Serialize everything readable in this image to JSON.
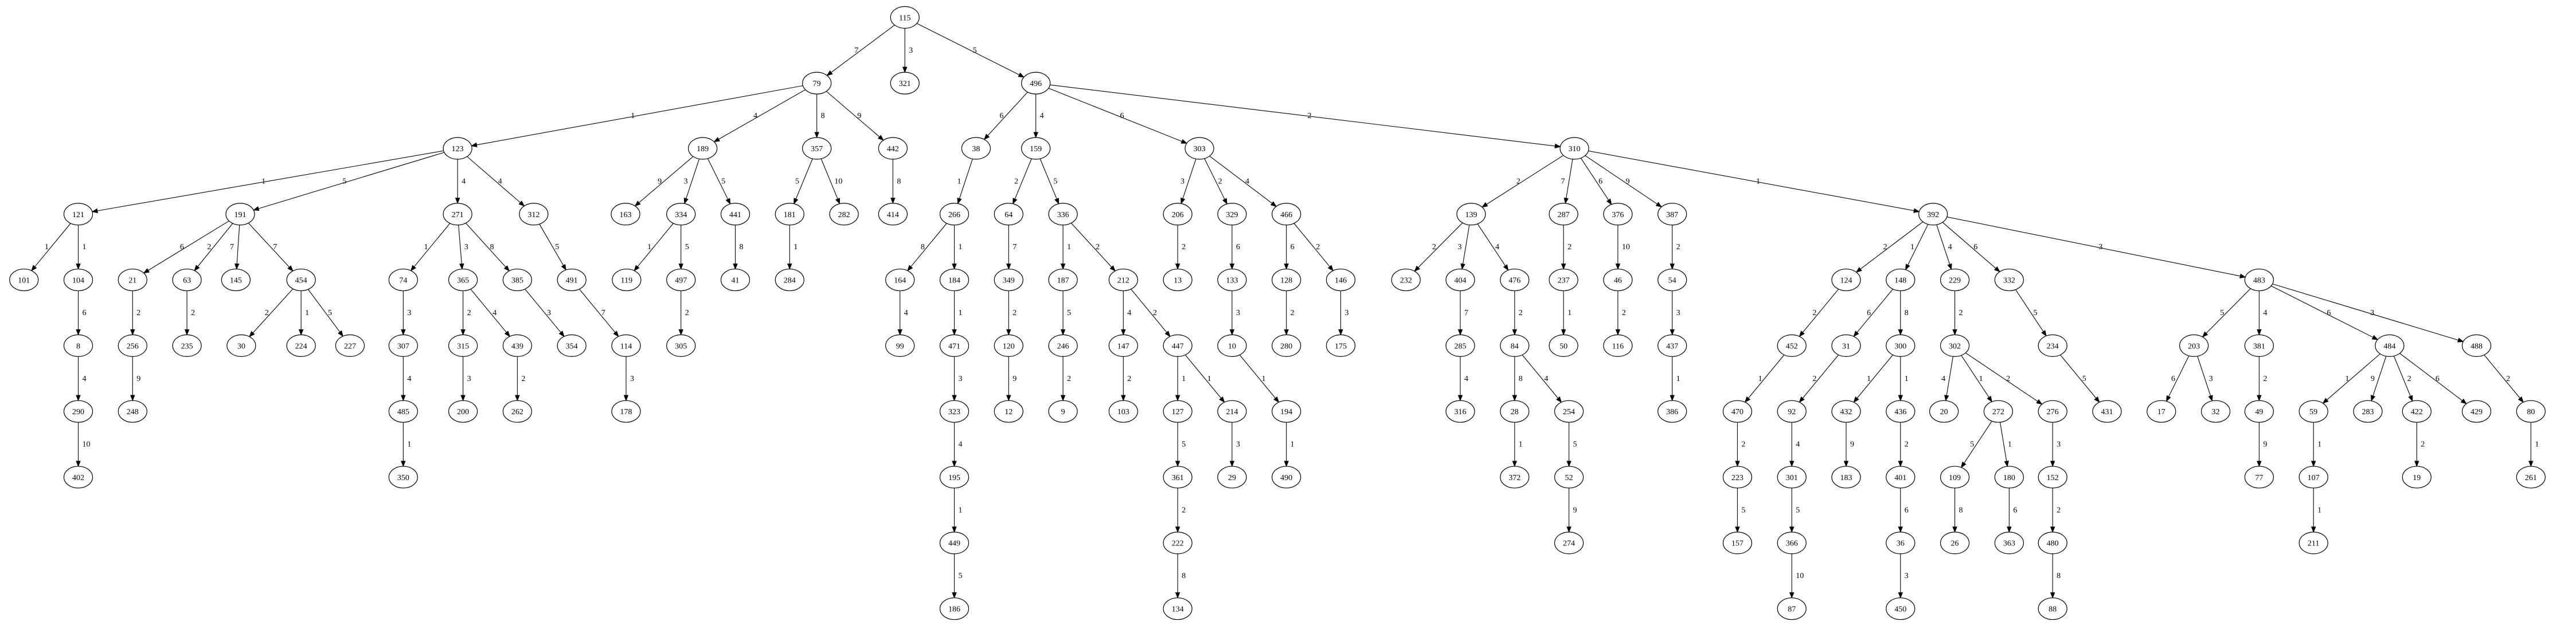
{
  "diagram": {
    "type": "weighted-tree",
    "nodes": [
      "115",
      "79",
      "321",
      "496",
      "123",
      "357",
      "442",
      "38",
      "159",
      "303",
      "310",
      "121",
      "191",
      "271",
      "312",
      "189",
      "181",
      "282",
      "414",
      "266",
      "64",
      "336",
      "206",
      "329",
      "466",
      "139",
      "287",
      "376",
      "387",
      "392",
      "101",
      "104",
      "21",
      "63",
      "145",
      "454",
      "74",
      "365",
      "385",
      "491",
      "163",
      "334",
      "441",
      "284",
      "164",
      "184",
      "349",
      "187",
      "212",
      "13",
      "133",
      "128",
      "146",
      "232",
      "404",
      "476",
      "237",
      "46",
      "54",
      "124",
      "148",
      "229",
      "332",
      "483",
      "8",
      "256",
      "235",
      "30",
      "224",
      "227",
      "307",
      "315",
      "439",
      "354",
      "114",
      "119",
      "497",
      "41",
      "99",
      "471",
      "120",
      "246",
      "147",
      "447",
      "10",
      "280",
      "175",
      "285",
      "84",
      "50",
      "116",
      "437",
      "452",
      "31",
      "300",
      "302",
      "234",
      "203",
      "381",
      "484",
      "488",
      "290",
      "248",
      "485",
      "200",
      "262",
      "178",
      "305",
      "323",
      "12",
      "9",
      "103",
      "127",
      "214",
      "194",
      "316",
      "28",
      "254",
      "386",
      "470",
      "92",
      "432",
      "436",
      "20",
      "272",
      "276",
      "431",
      "17",
      "32",
      "49",
      "59",
      "283",
      "422",
      "429",
      "80",
      "402",
      "350",
      "195",
      "361",
      "29",
      "490",
      "372",
      "52",
      "223",
      "301",
      "183",
      "401",
      "109",
      "180",
      "152",
      "77",
      "107",
      "19",
      "261",
      "449",
      "222",
      "274",
      "157",
      "366",
      "36",
      "26",
      "363",
      "480",
      "211",
      "186",
      "134",
      "87",
      "450",
      "88"
    ],
    "edges": [
      {
        "from": "115",
        "to": "79",
        "weight": "7"
      },
      {
        "from": "115",
        "to": "321",
        "weight": "3"
      },
      {
        "from": "115",
        "to": "496",
        "weight": "5"
      },
      {
        "from": "79",
        "to": "123",
        "weight": "1"
      },
      {
        "from": "79",
        "to": "189",
        "weight": "4"
      },
      {
        "from": "79",
        "to": "357",
        "weight": "8"
      },
      {
        "from": "79",
        "to": "442",
        "weight": "9"
      },
      {
        "from": "496",
        "to": "38",
        "weight": "6"
      },
      {
        "from": "496",
        "to": "159",
        "weight": "4"
      },
      {
        "from": "496",
        "to": "303",
        "weight": "6"
      },
      {
        "from": "496",
        "to": "310",
        "weight": "2"
      },
      {
        "from": "123",
        "to": "121",
        "weight": "1"
      },
      {
        "from": "123",
        "to": "191",
        "weight": "5"
      },
      {
        "from": "123",
        "to": "271",
        "weight": "4"
      },
      {
        "from": "123",
        "to": "312",
        "weight": "4"
      },
      {
        "from": "189",
        "to": "163",
        "weight": "9"
      },
      {
        "from": "189",
        "to": "334",
        "weight": "3"
      },
      {
        "from": "189",
        "to": "441",
        "weight": "5"
      },
      {
        "from": "357",
        "to": "181",
        "weight": "5"
      },
      {
        "from": "357",
        "to": "282",
        "weight": "10"
      },
      {
        "from": "442",
        "to": "414",
        "weight": "8"
      },
      {
        "from": "38",
        "to": "266",
        "weight": "1"
      },
      {
        "from": "159",
        "to": "64",
        "weight": "2"
      },
      {
        "from": "159",
        "to": "336",
        "weight": "5"
      },
      {
        "from": "303",
        "to": "206",
        "weight": "3"
      },
      {
        "from": "303",
        "to": "329",
        "weight": "2"
      },
      {
        "from": "303",
        "to": "466",
        "weight": "4"
      },
      {
        "from": "310",
        "to": "139",
        "weight": "2"
      },
      {
        "from": "310",
        "to": "287",
        "weight": "7"
      },
      {
        "from": "310",
        "to": "376",
        "weight": "6"
      },
      {
        "from": "310",
        "to": "387",
        "weight": "9"
      },
      {
        "from": "310",
        "to": "392",
        "weight": "1"
      },
      {
        "from": "121",
        "to": "101",
        "weight": "1"
      },
      {
        "from": "121",
        "to": "104",
        "weight": "1"
      },
      {
        "from": "191",
        "to": "21",
        "weight": "6"
      },
      {
        "from": "191",
        "to": "63",
        "weight": "2"
      },
      {
        "from": "191",
        "to": "145",
        "weight": "7"
      },
      {
        "from": "191",
        "to": "454",
        "weight": "7"
      },
      {
        "from": "271",
        "to": "74",
        "weight": "1"
      },
      {
        "from": "271",
        "to": "365",
        "weight": "3"
      },
      {
        "from": "271",
        "to": "385",
        "weight": "8"
      },
      {
        "from": "312",
        "to": "491",
        "weight": "5"
      },
      {
        "from": "181",
        "to": "284",
        "weight": "1"
      },
      {
        "from": "334",
        "to": "119",
        "weight": "1"
      },
      {
        "from": "334",
        "to": "497",
        "weight": "5"
      },
      {
        "from": "441",
        "to": "41",
        "weight": "8"
      },
      {
        "from": "266",
        "to": "164",
        "weight": "8"
      },
      {
        "from": "266",
        "to": "184",
        "weight": "1"
      },
      {
        "from": "64",
        "to": "349",
        "weight": "7"
      },
      {
        "from": "336",
        "to": "187",
        "weight": "1"
      },
      {
        "from": "336",
        "to": "212",
        "weight": "2"
      },
      {
        "from": "206",
        "to": "13",
        "weight": "2"
      },
      {
        "from": "329",
        "to": "133",
        "weight": "6"
      },
      {
        "from": "466",
        "to": "128",
        "weight": "6"
      },
      {
        "from": "466",
        "to": "146",
        "weight": "2"
      },
      {
        "from": "139",
        "to": "232",
        "weight": "2"
      },
      {
        "from": "139",
        "to": "404",
        "weight": "3"
      },
      {
        "from": "139",
        "to": "476",
        "weight": "4"
      },
      {
        "from": "287",
        "to": "237",
        "weight": "2"
      },
      {
        "from": "376",
        "to": "46",
        "weight": "10"
      },
      {
        "from": "387",
        "to": "54",
        "weight": "2"
      },
      {
        "from": "392",
        "to": "124",
        "weight": "2"
      },
      {
        "from": "392",
        "to": "148",
        "weight": "1"
      },
      {
        "from": "392",
        "to": "229",
        "weight": "4"
      },
      {
        "from": "392",
        "to": "332",
        "weight": "6"
      },
      {
        "from": "392",
        "to": "483",
        "weight": "3"
      },
      {
        "from": "104",
        "to": "8",
        "weight": "6"
      },
      {
        "from": "21",
        "to": "256",
        "weight": "2"
      },
      {
        "from": "63",
        "to": "235",
        "weight": "2"
      },
      {
        "from": "454",
        "to": "30",
        "weight": "2"
      },
      {
        "from": "454",
        "to": "224",
        "weight": "1"
      },
      {
        "from": "454",
        "to": "227",
        "weight": "5"
      },
      {
        "from": "74",
        "to": "307",
        "weight": "3"
      },
      {
        "from": "365",
        "to": "315",
        "weight": "2"
      },
      {
        "from": "365",
        "to": "439",
        "weight": "4"
      },
      {
        "from": "385",
        "to": "354",
        "weight": "3"
      },
      {
        "from": "491",
        "to": "114",
        "weight": "7"
      },
      {
        "from": "497",
        "to": "305",
        "weight": "2"
      },
      {
        "from": "164",
        "to": "99",
        "weight": "4"
      },
      {
        "from": "184",
        "to": "471",
        "weight": "1"
      },
      {
        "from": "349",
        "to": "120",
        "weight": "2"
      },
      {
        "from": "187",
        "to": "246",
        "weight": "5"
      },
      {
        "from": "212",
        "to": "147",
        "weight": "4"
      },
      {
        "from": "212",
        "to": "447",
        "weight": "2"
      },
      {
        "from": "133",
        "to": "10",
        "weight": "3"
      },
      {
        "from": "128",
        "to": "280",
        "weight": "2"
      },
      {
        "from": "146",
        "to": "175",
        "weight": "3"
      },
      {
        "from": "404",
        "to": "285",
        "weight": "7"
      },
      {
        "from": "476",
        "to": "84",
        "weight": "2"
      },
      {
        "from": "237",
        "to": "50",
        "weight": "1"
      },
      {
        "from": "46",
        "to": "116",
        "weight": "2"
      },
      {
        "from": "54",
        "to": "437",
        "weight": "3"
      },
      {
        "from": "124",
        "to": "452",
        "weight": "2"
      },
      {
        "from": "148",
        "to": "31",
        "weight": "6"
      },
      {
        "from": "148",
        "to": "300",
        "weight": "8"
      },
      {
        "from": "229",
        "to": "302",
        "weight": "2"
      },
      {
        "from": "332",
        "to": "234",
        "weight": "5"
      },
      {
        "from": "483",
        "to": "203",
        "weight": "5"
      },
      {
        "from": "483",
        "to": "381",
        "weight": "4"
      },
      {
        "from": "483",
        "to": "484",
        "weight": "6"
      },
      {
        "from": "483",
        "to": "488",
        "weight": "3"
      },
      {
        "from": "8",
        "to": "290",
        "weight": "4"
      },
      {
        "from": "256",
        "to": "248",
        "weight": "9"
      },
      {
        "from": "307",
        "to": "485",
        "weight": "4"
      },
      {
        "from": "315",
        "to": "200",
        "weight": "3"
      },
      {
        "from": "439",
        "to": "262",
        "weight": "2"
      },
      {
        "from": "114",
        "to": "178",
        "weight": "3"
      },
      {
        "from": "471",
        "to": "323",
        "weight": "3"
      },
      {
        "from": "120",
        "to": "12",
        "weight": "9"
      },
      {
        "from": "246",
        "to": "9",
        "weight": "2"
      },
      {
        "from": "147",
        "to": "103",
        "weight": "2"
      },
      {
        "from": "447",
        "to": "127",
        "weight": "1"
      },
      {
        "from": "447",
        "to": "214",
        "weight": "1"
      },
      {
        "from": "10",
        "to": "194",
        "weight": "1"
      },
      {
        "from": "285",
        "to": "316",
        "weight": "4"
      },
      {
        "from": "84",
        "to": "28",
        "weight": "8"
      },
      {
        "from": "84",
        "to": "254",
        "weight": "4"
      },
      {
        "from": "437",
        "to": "386",
        "weight": "1"
      },
      {
        "from": "452",
        "to": "470",
        "weight": "1"
      },
      {
        "from": "31",
        "to": "92",
        "weight": "2"
      },
      {
        "from": "300",
        "to": "432",
        "weight": "1"
      },
      {
        "from": "300",
        "to": "436",
        "weight": "1"
      },
      {
        "from": "302",
        "to": "20",
        "weight": "4"
      },
      {
        "from": "302",
        "to": "272",
        "weight": "1"
      },
      {
        "from": "302",
        "to": "276",
        "weight": "2"
      },
      {
        "from": "234",
        "to": "431",
        "weight": "5"
      },
      {
        "from": "203",
        "to": "17",
        "weight": "6"
      },
      {
        "from": "203",
        "to": "32",
        "weight": "3"
      },
      {
        "from": "381",
        "to": "49",
        "weight": "2"
      },
      {
        "from": "484",
        "to": "59",
        "weight": "1"
      },
      {
        "from": "484",
        "to": "283",
        "weight": "9"
      },
      {
        "from": "484",
        "to": "422",
        "weight": "2"
      },
      {
        "from": "484",
        "to": "429",
        "weight": "6"
      },
      {
        "from": "488",
        "to": "80",
        "weight": "2"
      },
      {
        "from": "290",
        "to": "402",
        "weight": "10"
      },
      {
        "from": "485",
        "to": "350",
        "weight": "1"
      },
      {
        "from": "323",
        "to": "195",
        "weight": "4"
      },
      {
        "from": "127",
        "to": "361",
        "weight": "5"
      },
      {
        "from": "214",
        "to": "29",
        "weight": "3"
      },
      {
        "from": "194",
        "to": "490",
        "weight": "1"
      },
      {
        "from": "28",
        "to": "372",
        "weight": "1"
      },
      {
        "from": "254",
        "to": "52",
        "weight": "5"
      },
      {
        "from": "470",
        "to": "223",
        "weight": "2"
      },
      {
        "from": "92",
        "to": "301",
        "weight": "4"
      },
      {
        "from": "432",
        "to": "183",
        "weight": "9"
      },
      {
        "from": "436",
        "to": "401",
        "weight": "2"
      },
      {
        "from": "272",
        "to": "109",
        "weight": "5"
      },
      {
        "from": "272",
        "to": "180",
        "weight": "1"
      },
      {
        "from": "276",
        "to": "152",
        "weight": "3"
      },
      {
        "from": "49",
        "to": "77",
        "weight": "9"
      },
      {
        "from": "59",
        "to": "107",
        "weight": "1"
      },
      {
        "from": "422",
        "to": "19",
        "weight": "2"
      },
      {
        "from": "80",
        "to": "261",
        "weight": "1"
      },
      {
        "from": "195",
        "to": "449",
        "weight": "1"
      },
      {
        "from": "361",
        "to": "222",
        "weight": "2"
      },
      {
        "from": "52",
        "to": "274",
        "weight": "9"
      },
      {
        "from": "223",
        "to": "157",
        "weight": "5"
      },
      {
        "from": "301",
        "to": "366",
        "weight": "5"
      },
      {
        "from": "401",
        "to": "36",
        "weight": "6"
      },
      {
        "from": "109",
        "to": "26",
        "weight": "8"
      },
      {
        "from": "180",
        "to": "363",
        "weight": "6"
      },
      {
        "from": "152",
        "to": "480",
        "weight": "2"
      },
      {
        "from": "107",
        "to": "211",
        "weight": "1"
      },
      {
        "from": "449",
        "to": "186",
        "weight": "5"
      },
      {
        "from": "222",
        "to": "134",
        "weight": "8"
      },
      {
        "from": "366",
        "to": "87",
        "weight": "10"
      },
      {
        "from": "36",
        "to": "450",
        "weight": "3"
      },
      {
        "from": "480",
        "to": "88",
        "weight": "8"
      }
    ]
  }
}
